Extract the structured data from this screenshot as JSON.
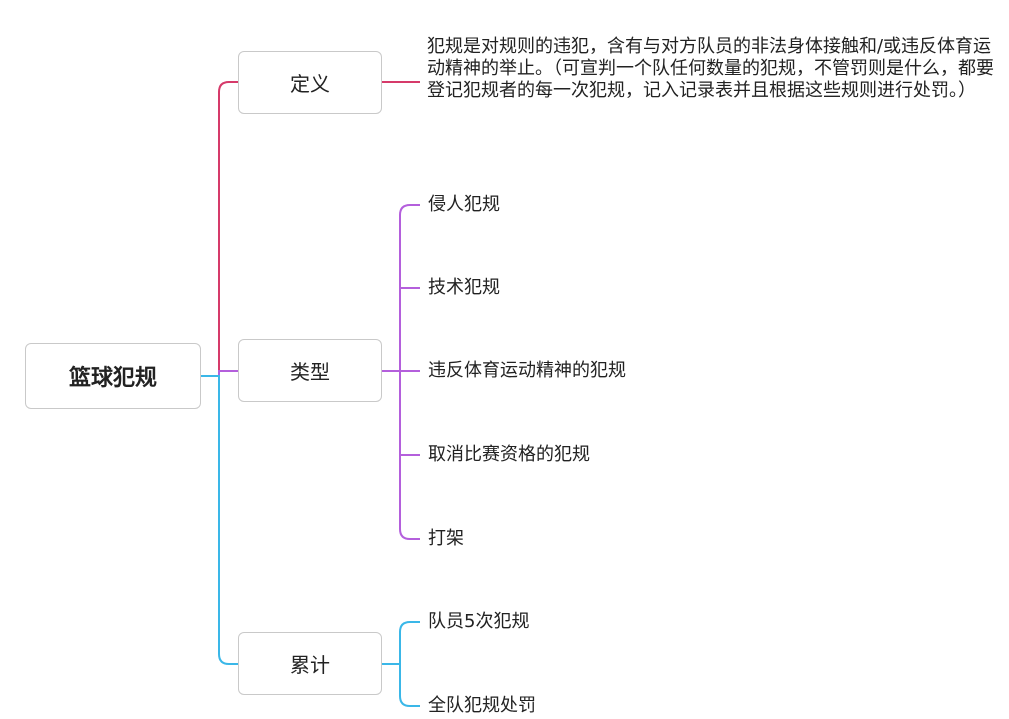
{
  "root": {
    "label": "篮球犯规"
  },
  "branches": [
    {
      "label": "定义",
      "color": "#d63a6a",
      "text": "犯规是对规则的违犯，含有与对方队员的非法身体接触和/或违反体育运动精神的举止。（可宣判一个队任何数量的犯规，不管罚则是什么，都要登记犯规者的每一次犯规，记入记录表并且根据这些规则进行处罚。）"
    },
    {
      "label": "类型",
      "color": "#b45fdc",
      "children": [
        "侵人犯规",
        "技术犯规",
        "违反体育运动精神的犯规",
        "取消比赛资格的犯规",
        "打架"
      ]
    },
    {
      "label": "累计",
      "color": "#3ab7e8",
      "children": [
        "队员5次犯规",
        "全队犯规处罚"
      ]
    }
  ]
}
